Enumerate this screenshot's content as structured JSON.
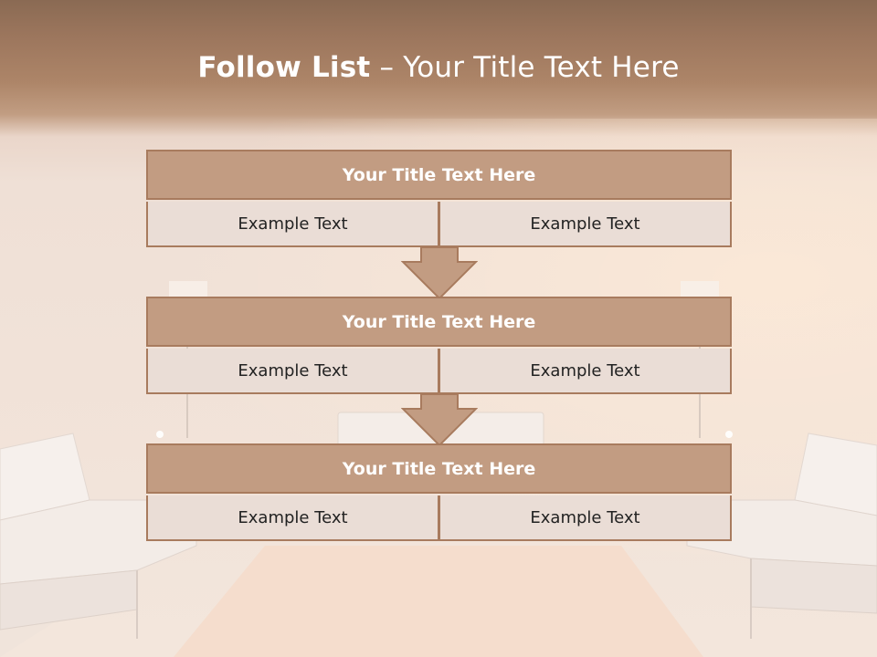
{
  "slide": {
    "title_bold": "Follow List",
    "title_rest": " – Your Title Text Here"
  },
  "blocks": [
    {
      "header": "Your Title Text Here",
      "left": "Example Text",
      "right": "Example Text"
    },
    {
      "header": "Your Title Text Here",
      "left": "Example Text",
      "right": "Example Text"
    },
    {
      "header": "Your Title Text Here",
      "left": "Example Text",
      "right": "Example Text"
    }
  ],
  "colors": {
    "header_fill": "#c29c82",
    "border": "#a87b5e",
    "cell_fill": "#eaddd6",
    "arrow_fill": "#c29c82"
  }
}
